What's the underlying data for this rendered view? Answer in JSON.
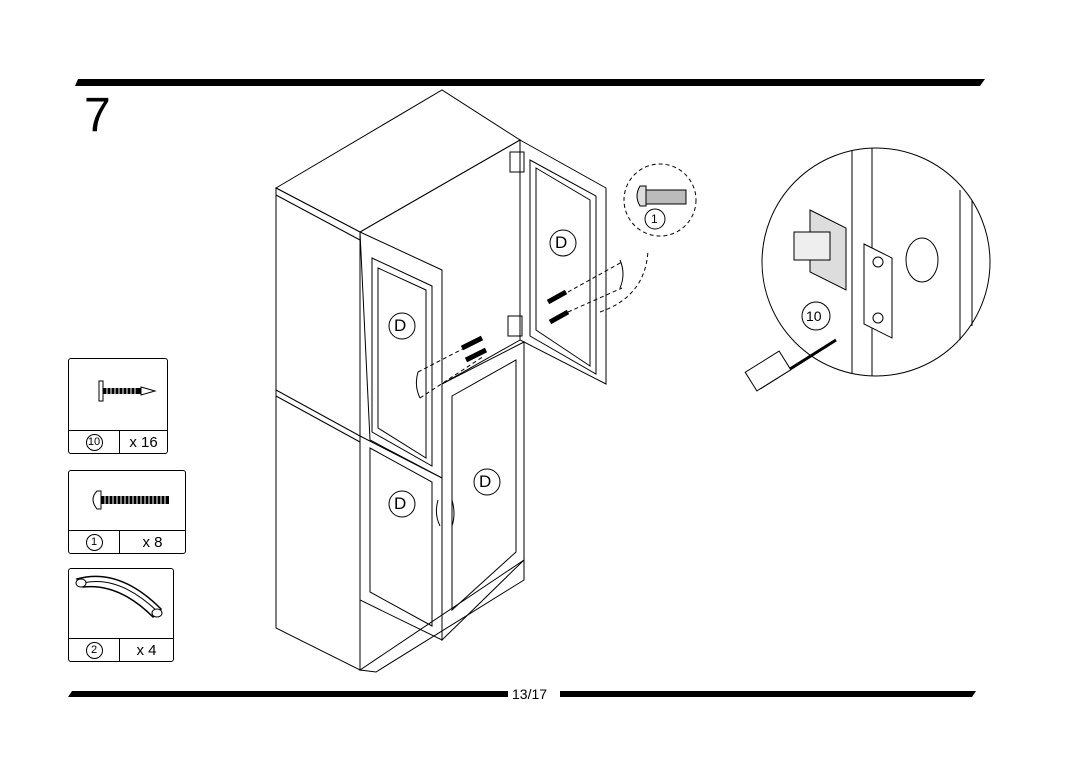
{
  "step": {
    "number": "7"
  },
  "footer": {
    "page": "13/17"
  },
  "parts": [
    {
      "icon": "wood-screw-icon",
      "id": "10",
      "qty": "x 16"
    },
    {
      "icon": "machine-screw-icon",
      "id": "1",
      "qty": "x 8"
    },
    {
      "icon": "door-handle-icon",
      "id": "2",
      "qty": "x 4"
    }
  ],
  "diagram": {
    "door_labels": [
      "D",
      "D",
      "D",
      "D"
    ],
    "callout_screw_label": "1",
    "callout_hinge_label": "10"
  }
}
